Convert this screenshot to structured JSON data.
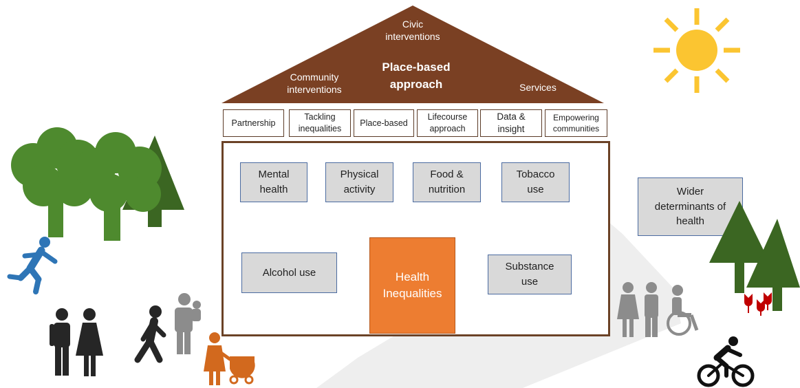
{
  "roof": {
    "title_line1": "Place-based",
    "title_line2": "approach",
    "civic_line1": "Civic",
    "civic_line2": "interventions",
    "community_line1": "Community",
    "community_line2": "interventions",
    "services": "Services"
  },
  "pillars": [
    {
      "line1": "Partnership",
      "line2": ""
    },
    {
      "line1": "Tackling",
      "line2": "inequalities"
    },
    {
      "line1": "Place-based",
      "line2": ""
    },
    {
      "line1": "Lifecourse",
      "line2": "approach"
    },
    {
      "line1": "Data &",
      "line2": "insight"
    },
    {
      "line1": "Empowering",
      "line2": "communities"
    }
  ],
  "topics": {
    "mental_health": {
      "line1": "Mental",
      "line2": "health"
    },
    "physical_activity": {
      "line1": "Physical",
      "line2": "activity"
    },
    "food_nutrition": {
      "line1": "Food &",
      "line2": "nutrition"
    },
    "tobacco": {
      "line1": "Tobacco",
      "line2": "use"
    },
    "alcohol": {
      "line1": "Alcohol use",
      "line2": ""
    },
    "substance": {
      "line1": "Substance",
      "line2": "use"
    }
  },
  "health_inequalities": {
    "line1": "Health",
    "line2": "Inequalities"
  },
  "wider_determinants": {
    "line1": "Wider",
    "line2": "determinants of",
    "line3": "health"
  },
  "colors": {
    "roof": "#7a4023",
    "frame": "#6b4226",
    "topic_fill": "#d9d9d9",
    "topic_border": "#4a6aa0",
    "health_fill": "#ed7d31",
    "sun": "#fbc531",
    "tree_light": "#4e8a2e",
    "tree_dark": "#3b6622",
    "runner": "#2e75b6",
    "people_dark": "#262626",
    "people_gray": "#8c8c8c",
    "mother": "#d2691e",
    "flowers": "#c00000"
  }
}
